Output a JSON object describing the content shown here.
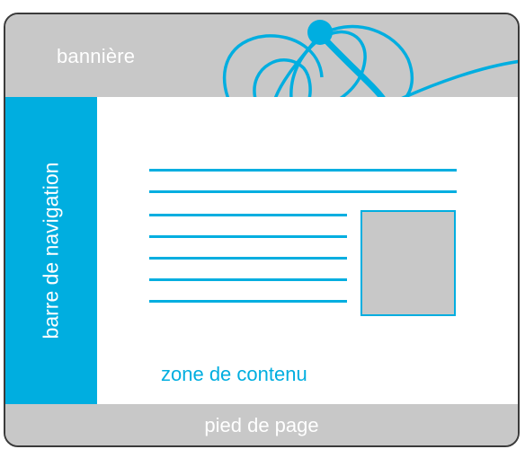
{
  "layout": {
    "banner_label": "bannière",
    "nav_label": "barre de navigation",
    "content_label": "zone de contenu",
    "footer_label": "pied de page"
  },
  "colors": {
    "accent": "#00aee0",
    "panel_gray": "#c8c8c8",
    "frame_border": "#3b3b3b",
    "content_bg": "#ffffff",
    "text_on_panel": "#ffffff"
  },
  "icons": [
    "logo-icon",
    "image-placeholder"
  ]
}
